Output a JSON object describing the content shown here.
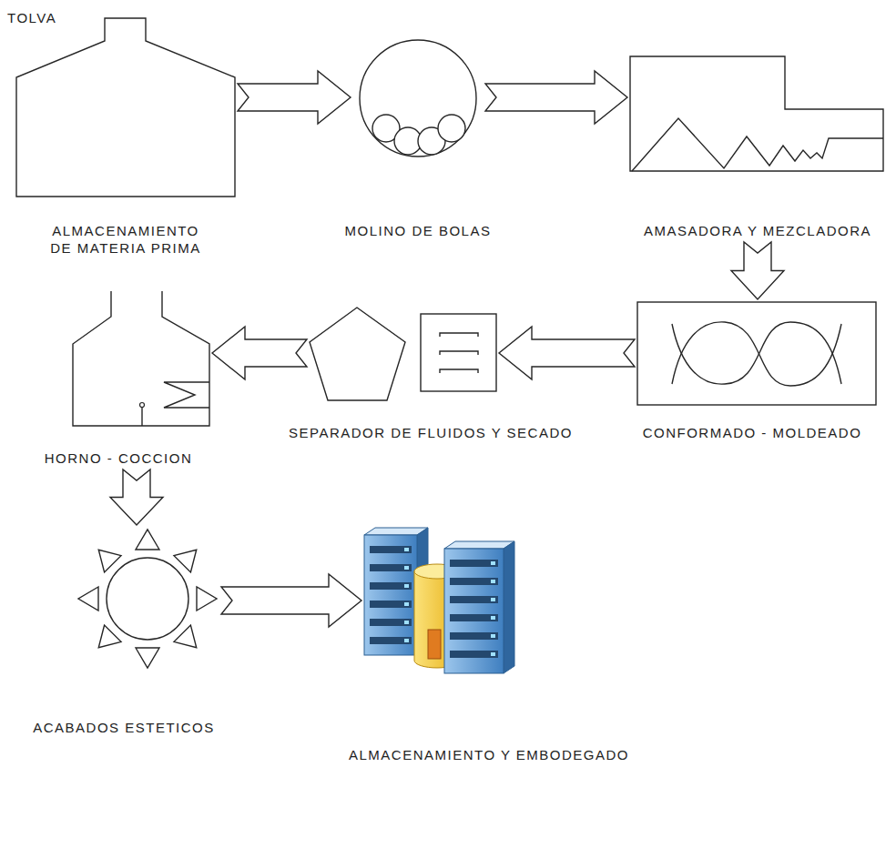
{
  "diagram": {
    "nodes": [
      {
        "text": [
          "TOLVA",
          "ALMACENAMIENTO DE MATERIA PRIMA"
        ]
      },
      {
        "text": [
          "MOLINO DE BOLAS"
        ]
      },
      {
        "text": [
          "AMASADORA Y MEZCLADORA"
        ]
      },
      {
        "text": [
          "CONFORMADO - MOLDEADO"
        ]
      },
      {
        "text": [
          "SEPARADOR DE FLUIDOS Y SECADO"
        ]
      },
      {
        "text": [
          "HORNO - COCCION"
        ]
      },
      {
        "text": [
          "ACABADOS ESTETICOS"
        ]
      },
      {
        "text": [
          "ALMACENAMIENTO Y EMBODEGADO"
        ]
      }
    ],
    "edges": [
      {
        "from": 0,
        "to": 1,
        "arrow": "to"
      },
      {
        "from": 1,
        "to": 2,
        "arrow": "to"
      },
      {
        "from": 2,
        "to": 3,
        "arrow": "to"
      },
      {
        "from": 3,
        "to": 4,
        "arrow": "to"
      },
      {
        "from": 4,
        "to": 5,
        "arrow": "to"
      },
      {
        "from": 5,
        "to": 6,
        "arrow": "to"
      },
      {
        "from": 6,
        "to": 7,
        "arrow": "to"
      }
    ]
  }
}
